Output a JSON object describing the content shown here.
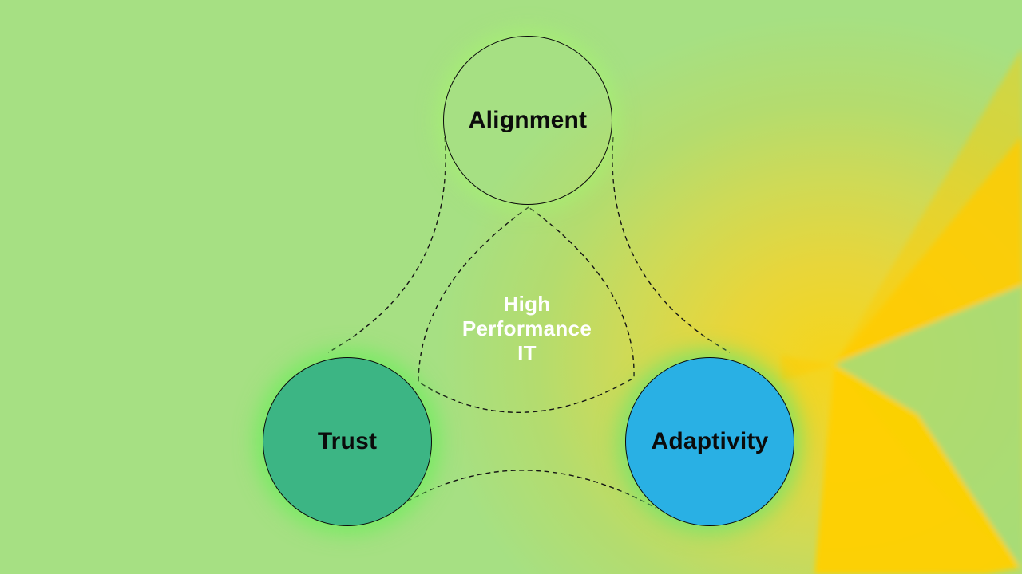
{
  "diagram": {
    "center_label": "High\nPerformance\nIT",
    "nodes": {
      "alignment": {
        "label": "Alignment",
        "fill": "transparent"
      },
      "trust": {
        "label": "Trust",
        "fill": "#3cb584"
      },
      "adaptivity": {
        "label": "Adaptivity",
        "fill": "#29b0e4"
      }
    },
    "colors": {
      "background_green": "#a6e083",
      "gold": "#ffcc00",
      "bright_gold_wedge": "#ffd000",
      "glow_green": "#7ded6e",
      "outline_black": "#0a0a0a",
      "dashed_line": "#141414",
      "center_text": "#ffffff",
      "label_text": "#0b0b0b"
    }
  }
}
